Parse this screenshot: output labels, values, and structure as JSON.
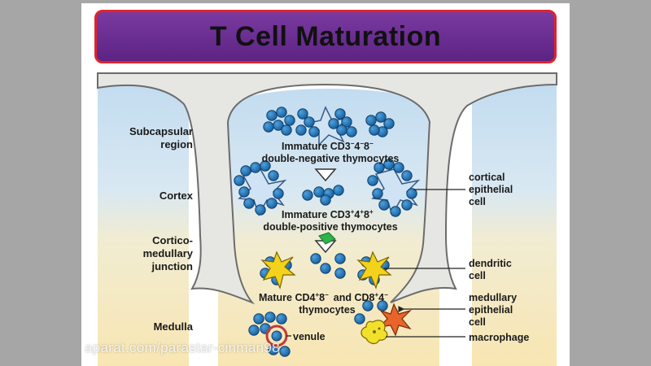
{
  "title": "T Cell Maturation",
  "regions": {
    "subcapsular_1": "Subcapsular",
    "subcapsular_2": "region",
    "cortex": "Cortex",
    "cm_1": "Cortico-",
    "cm_2": "medullary",
    "cm_3": "junction",
    "medulla": "Medulla"
  },
  "cell_labels": {
    "dn_1": "Immature CD3",
    "dn_2": "double-negative thymocytes",
    "dp_1": "Immature CD3",
    "dp_2": "double-positive thymocytes",
    "mature_1a": "Mature CD4",
    "mature_1b": "and  CD8",
    "mature_2": "thymocytes",
    "venule": "venule"
  },
  "right_labels": {
    "cortical_1": "cortical",
    "cortical_2": "epithelial",
    "cortical_3": "cell",
    "dendritic_1": "dendritic",
    "dendritic_2": "cell",
    "medullary_1": "medullary",
    "medullary_2": "epithelial",
    "medullary_3": "cell",
    "macrophage": "macrophage"
  },
  "watermark": "aparat.com/parastar-cinman98",
  "colors": {
    "title_bg": "#6a2c91",
    "title_border": "#e0232b",
    "cortex_blue": "#c5def0",
    "medulla_yellow": "#f7e7b4",
    "septum": "#e6e6e3",
    "thymocyte": "#1f72b6",
    "dendritic": "#f3d21e",
    "medullary_epithelial": "#e8642b",
    "arrow_green": "#2fb34a"
  }
}
